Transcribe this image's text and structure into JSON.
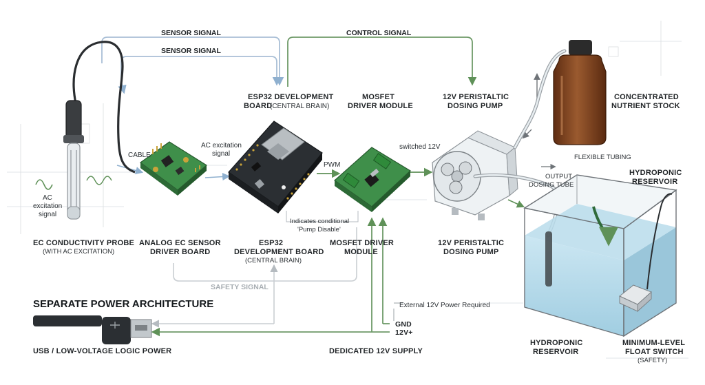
{
  "signals": {
    "sensor_signal_1": "SENSOR SIGNAL",
    "sensor_signal_2": "SENSOR SIGNAL",
    "control_signal": "CONTROL SIGNAL",
    "safety_signal": "SAFETY SIGNAL",
    "cable": "CABLE",
    "ac_excitation_1": "AC excitation",
    "ac_excitation_2": "signal",
    "pwm": "PWM",
    "switched_12v": "switched 12V",
    "flexible_tubing": "FLEXIBLE TUBING",
    "output_1": "OUTPUT",
    "output_2": "DOSING TUBE",
    "pump_disable_1": "Indicates conditional",
    "pump_disable_2": "'Pump Disable'",
    "probe_ac_1": "AC",
    "probe_ac_2": "excitation",
    "probe_ac_3": "signal",
    "external_12v": "External 12V Power Required",
    "gnd": "GND",
    "v12plus": "12V+"
  },
  "labels": {
    "probe_1": "EC CONDUCTIVITY PROBE",
    "probe_2": "(WITH AC EXCITATION)",
    "analog_1": "ANALOG EC SENSOR",
    "analog_2": "DRIVER BOARD",
    "esp_top_1": "ESP32 DEVELOPMENT",
    "esp_top_2a": "BOARD",
    "esp_top_2b": "(CENTRAL BRAIN)",
    "esp_bot_1": "ESP32",
    "esp_bot_2": "DEVELOPMENT BOARD",
    "esp_bot_3": "(CENTRAL BRAIN)",
    "mosfet_top_1": "MOSFET",
    "mosfet_top_2": "DRIVER MODULE",
    "mosfet_bot_1": "MOSFET DRIVER",
    "mosfet_bot_2": "MODULE",
    "pump_top_1": "12V PERISTALTIC",
    "pump_top_2": "DOSING PUMP",
    "pump_bot_1": "12V PERISTALTIC",
    "pump_bot_2": "DOSING PUMP",
    "nutrient_1": "CONCENTRATED",
    "nutrient_2": "NUTRIENT STOCK",
    "reservoir_top_1": "HYDROPONIC",
    "reservoir_top_2": "RESERVOIR",
    "reservoir_bot_1": "HYDROPONIC",
    "reservoir_bot_2": "RESERVOIR",
    "float_1": "MINIMUM-LEVEL",
    "float_2": "FLOAT SWITCH",
    "float_3": "(SAFETY)",
    "power_title": "SEPARATE POWER ARCHITECTURE",
    "usb": "USB / LOW-VOLTAGE LOGIC POWER",
    "supply_12v": "DEDICATED 12V SUPPLY"
  },
  "colors": {
    "sensor_line": "#a9bfd6",
    "control_line": "#6e9a68",
    "safety_line": "#c9ced2",
    "pcb_green": "#3f8f4a",
    "esp_board": "#2b2f33",
    "bottle": "#7a3e1c",
    "water": "#a9d3e6"
  }
}
